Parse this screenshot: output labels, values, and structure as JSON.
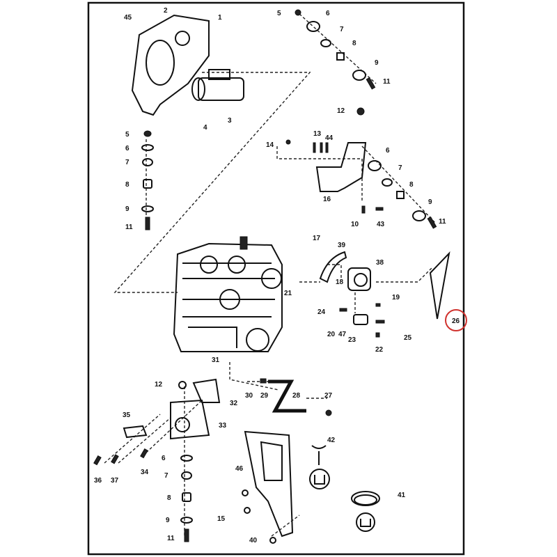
{
  "diagram": {
    "type": "exploded parts diagram",
    "highlight_color": "#d0312d",
    "highlighted_callout": "26",
    "callouts": [
      "45",
      "2",
      "1",
      "5",
      "6",
      "7",
      "8",
      "9",
      "11",
      "4",
      "3",
      "12",
      "13",
      "44",
      "14",
      "6",
      "7",
      "8",
      "9",
      "11",
      "16",
      "10",
      "43",
      "5",
      "6",
      "7",
      "8",
      "9",
      "11",
      "17",
      "39",
      "38",
      "18",
      "21",
      "19",
      "24",
      "20",
      "47",
      "23",
      "22",
      "25",
      "26",
      "31",
      "12",
      "32",
      "30",
      "29",
      "28",
      "27",
      "35",
      "33",
      "36",
      "37",
      "34",
      "6",
      "7",
      "8",
      "9",
      "11",
      "46",
      "42",
      "15",
      "40",
      "41"
    ]
  }
}
